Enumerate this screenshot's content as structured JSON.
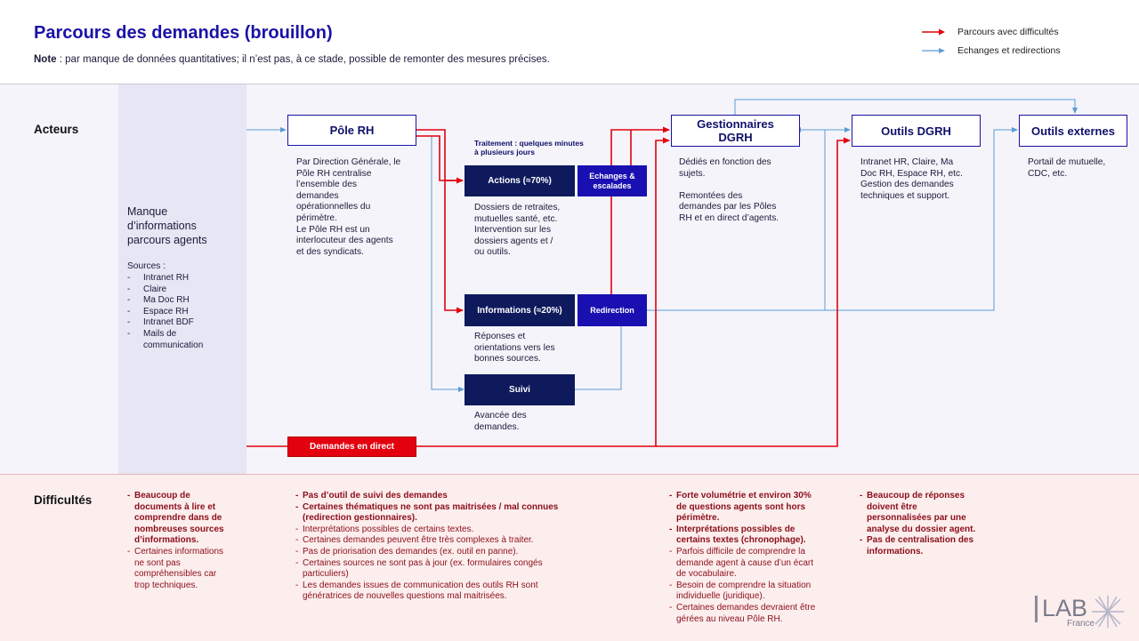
{
  "header": {
    "title": "Parcours des demandes (brouillon)",
    "note_label": "Note",
    "note_text": " : par manque de données quantitatives; il n’est pas, à ce stade, possible de remonter des mesures précises."
  },
  "legend": {
    "items": [
      {
        "label": "Parcours avec difficultés",
        "color": "#e3000f"
      },
      {
        "label": "Echanges et redirections",
        "color": "#5b9bd5"
      }
    ]
  },
  "rows": {
    "actors_label": "Acteurs",
    "difficulties_label": "Difficultés"
  },
  "side": {
    "title": "Manque\nd’informations\nparcours agents",
    "sources_label": "Sources :",
    "sources": [
      "Intranet RH",
      "Claire",
      "Ma Doc RH",
      "Espace RH",
      "Intranet BDF",
      "Mails de\ncommunication"
    ]
  },
  "actors": {
    "pole_rh": {
      "label": "Pôle RH",
      "desc": "Par Direction Générale, le\nPôle RH centralise\nl’ensemble des\ndemandes\nopérationnelles du\npérimètre.\nLe Pôle RH est un\ninterlocuteur des agents\net des syndicats."
    },
    "gestionnaires": {
      "label": "Gestionnaires\nDGRH",
      "desc": "Dédiés en fonction des\nsujets.\n\nRemontées des\ndemandes par les Pôles\nRH et en direct d’agents."
    },
    "outils_dgrh": {
      "label": "Outils DGRH",
      "desc": "Intranet HR, Claire, Ma\nDoc RH, Espace RH, etc.\nGestion des demandes\ntechniques et support."
    },
    "outils_externes": {
      "label": "Outils externes",
      "desc": "Portail de mutuelle,\nCDC, etc."
    }
  },
  "treatment": {
    "label": "Traitement : quelques minutes\nà plusieurs jours",
    "actions": {
      "label": "Actions (≈70%)",
      "desc": "Dossiers de retraites,\nmutuelles santé, etc.\nIntervention sur les\ndossiers agents et /\nou outils."
    },
    "echanges": {
      "label": "Echanges &\nescalades"
    },
    "informations": {
      "label": "Informations (≈20%)",
      "desc": "Réponses et\norientations vers les\nbonnes sources."
    },
    "redirection": {
      "label": "Redirection"
    },
    "suivi": {
      "label": "Suivi",
      "desc": "Avancée des\ndemandes."
    },
    "direct": {
      "label": "Demandes en direct"
    }
  },
  "difficulties": {
    "col1": [
      {
        "text": "Beaucoup de\ndocuments à lire et\ncomprendre dans de\nnombreuses sources\nd’informations.",
        "bold": true
      },
      {
        "text": "Certaines informations\nne sont pas\ncompréhensibles car\ntrop techniques.",
        "bold": false
      }
    ],
    "col2": [
      {
        "text": "Pas d’outil de suivi des demandes",
        "bold": true
      },
      {
        "text": "Certaines thématiques ne sont pas maitrisées / mal connues\n(redirection gestionnaires).",
        "bold": true
      },
      {
        "text": "Interprétations possibles de certains textes.",
        "bold": false
      },
      {
        "text": "Certaines demandes peuvent être très complexes à traiter.",
        "bold": false
      },
      {
        "text": "Pas de priorisation des demandes (ex. outil en panne).",
        "bold": false
      },
      {
        "text": "Certaines sources ne sont pas à jour (ex. formulaires congés\nparticuliers)",
        "bold": false
      },
      {
        "text": "Les demandes issues de communication des outils RH sont\ngénératrices de nouvelles questions mal maitrisées.",
        "bold": false
      }
    ],
    "col3": [
      {
        "text": "Forte volumétrie et environ 30%\nde questions agents sont hors\npérimètre.",
        "bold": true
      },
      {
        "text": "Interprétations possibles de\ncertains textes (chronophage).",
        "bold": true
      },
      {
        "text": "Parfois difficile de comprendre la\ndemande agent à cause d’un écart\nde vocabulaire.",
        "bold": false
      },
      {
        "text": "Besoin de comprendre la situation\nindividuelle (juridique).",
        "bold": false
      },
      {
        "text": "Certaines demandes devraient être\ngérées au niveau Pôle RH.",
        "bold": false
      }
    ],
    "col4": [
      {
        "text": "Beaucoup de réponses\ndoivent être\npersonnalisées par une\nanalyse du dossier agent.",
        "bold": true
      },
      {
        "text": "Pas de centralisation des\ninformations.",
        "bold": true
      }
    ]
  },
  "logo": {
    "main": "LAB",
    "sub": "France"
  },
  "colors": {
    "primary": "#1a12a6",
    "dark_box": "#0e1a5c",
    "red": "#e3000f",
    "blue_line": "#5b9bd5",
    "diff_text": "#8a0f1a"
  }
}
